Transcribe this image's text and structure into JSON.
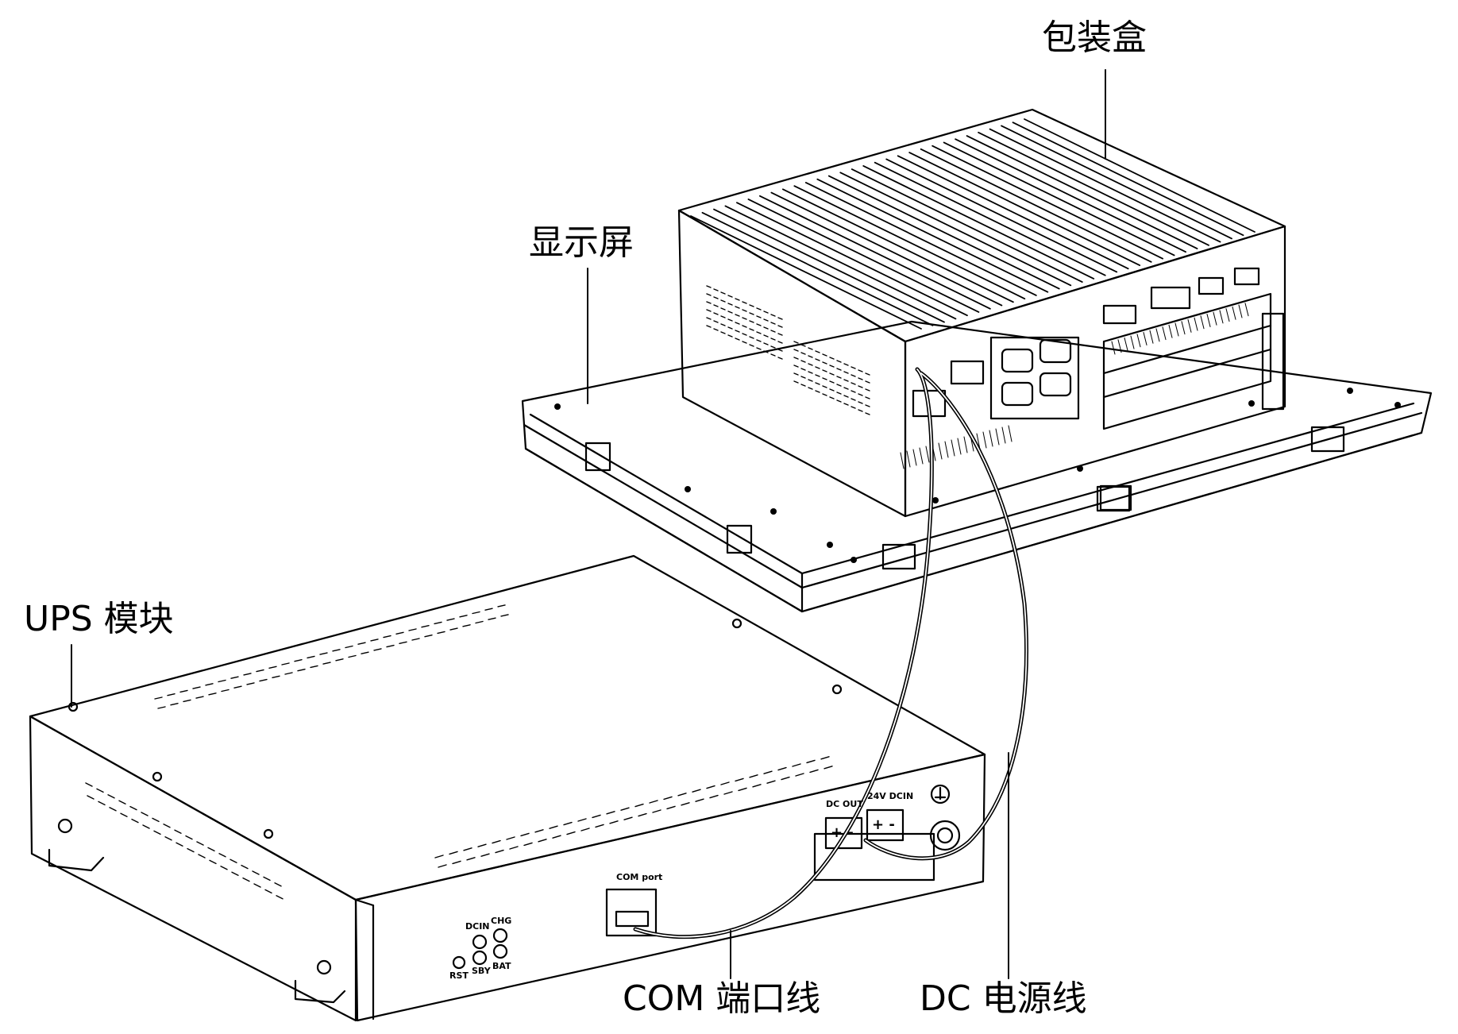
{
  "labels": {
    "box": "包装盒",
    "display": "显示屏",
    "ups": "UPS 模块",
    "com_cable": "COM 端口线",
    "dc_cable": "DC 电源线"
  },
  "ups_panel": {
    "com_port": "COM port",
    "dc_out": "DC OUT",
    "dc_in": "24V DCIN",
    "led_dcin": "DCIN",
    "led_chg": "CHG",
    "led_rst": "RST",
    "led_sby": "SBY",
    "led_bat": "BAT",
    "plus_minus_out": "+ -",
    "plus_minus_in": "+ -"
  },
  "colors": {
    "line": "#000000",
    "background": "#ffffff"
  }
}
